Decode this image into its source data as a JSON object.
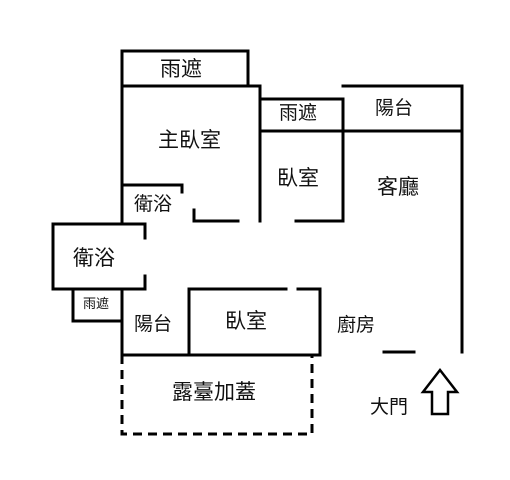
{
  "floor_plan": {
    "rooms": {
      "rain_shelter_top": "雨遮",
      "rain_shelter_mid": "雨遮",
      "balcony_right": "陽台",
      "master_bedroom": "主臥室",
      "bedroom_center": "臥室",
      "living_room": "客廳",
      "bathroom_master": "衛浴",
      "bathroom_left": "衛浴",
      "rain_shelter_small": "雨遮",
      "balcony_bottom": "陽台",
      "bedroom_bottom": "臥室",
      "kitchen": "廚房",
      "terrace": "露臺加蓋"
    },
    "entrance": {
      "label": "大門",
      "arrow_icon": "up-arrow-icon"
    },
    "colors": {
      "wall": "#000000",
      "background": "#ffffff"
    }
  }
}
